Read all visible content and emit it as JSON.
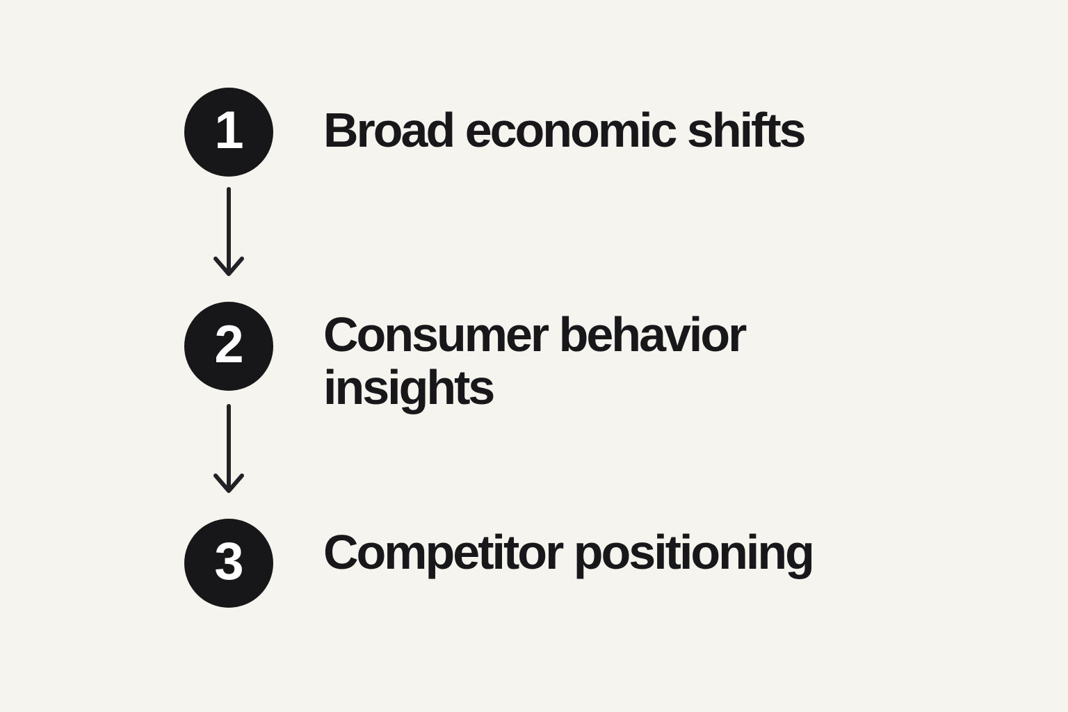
{
  "diagram": {
    "background_color": "#F6F4EF",
    "step_circle_color": "#17171A",
    "step_number_color": "#FFFFFF",
    "label_color": "#18181B",
    "arrow_color": "#212126",
    "steps": [
      {
        "number": "1",
        "label": "Broad economic shifts"
      },
      {
        "number": "2",
        "label": "Consumer behavior insights"
      },
      {
        "number": "3",
        "label": "Competitor positioning"
      }
    ]
  }
}
